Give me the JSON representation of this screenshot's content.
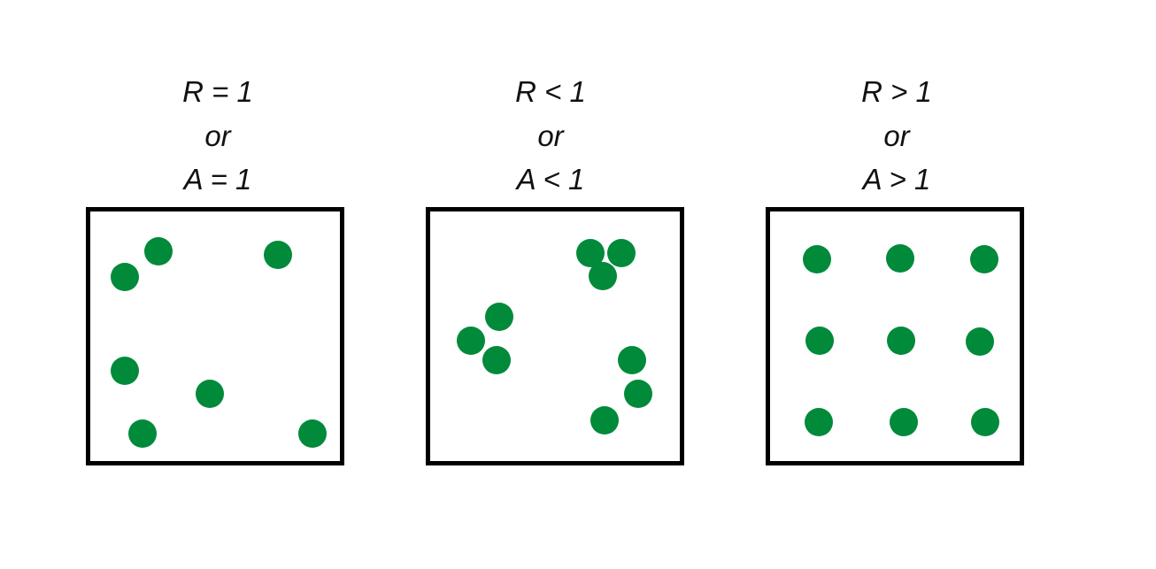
{
  "colors": {
    "dot": "#008a3a",
    "border": "#000000"
  },
  "panels": [
    {
      "label_line1": "R = 1",
      "label_line2": "or",
      "label_line3": "A = 1",
      "dot_count": 7
    },
    {
      "label_line1": "R < 1",
      "label_line2": "or",
      "label_line3": "A < 1",
      "dot_count": 9
    },
    {
      "label_line1": "R > 1",
      "label_line2": "or",
      "label_line3": "A > 1",
      "dot_count": 9
    }
  ]
}
